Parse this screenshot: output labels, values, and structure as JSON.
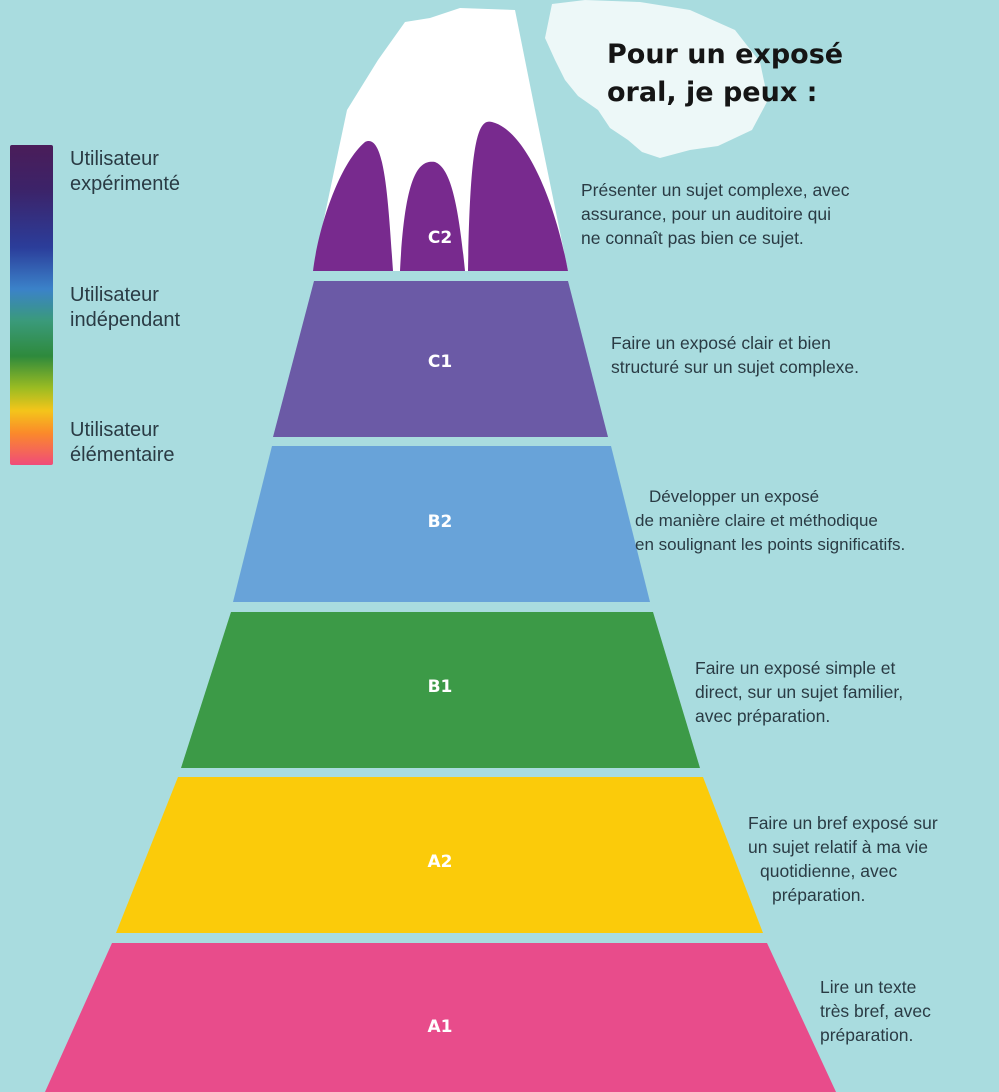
{
  "title": {
    "line1": "Pour un exposé",
    "line2": "oral, je peux :"
  },
  "legend": {
    "items": [
      {
        "line1": "Utilisateur",
        "line2": "expérimenté"
      },
      {
        "line1": "Utilisateur",
        "line2": "indépendant"
      },
      {
        "line1": "Utilisateur",
        "line2": "élémentaire"
      }
    ]
  },
  "levels": [
    {
      "code": "C2",
      "color": "#782a8e",
      "lines": [
        "Présenter un sujet complexe, avec",
        "assurance, pour un auditoire qui",
        "ne connaît pas bien ce sujet."
      ]
    },
    {
      "code": "C1",
      "color": "#6b5aa6",
      "lines": [
        "Faire un exposé clair et bien",
        "structuré sur un sujet complexe."
      ]
    },
    {
      "code": "B2",
      "color": "#68a3d9",
      "lines": [
        "Développer un exposé",
        "de manière claire et méthodique",
        "en soulignant les points significatifs."
      ]
    },
    {
      "code": "B1",
      "color": "#3c9a47",
      "lines": [
        "Faire un exposé simple et",
        "direct, sur un sujet familier,",
        "avec préparation."
      ]
    },
    {
      "code": "A2",
      "color": "#fbcb0a",
      "lines": [
        "Faire un bref exposé sur",
        "un sujet relatif à ma vie",
        "quotidienne, avec",
        "préparation."
      ]
    },
    {
      "code": "A1",
      "color": "#e84c8b",
      "lines": [
        "Lire un texte",
        "très bref, avec",
        "préparation."
      ]
    }
  ]
}
